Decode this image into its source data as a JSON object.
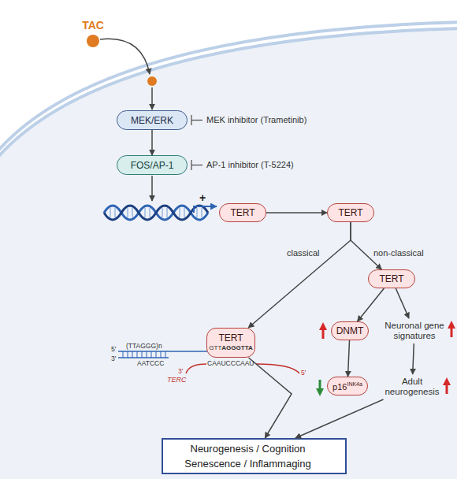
{
  "diagram": {
    "nodes": [
      {
        "text": [
          "TAC"
        ]
      },
      {
        "text": [
          "MEK/ERK"
        ]
      },
      {
        "text": [
          "FOS/AP-1"
        ]
      },
      {
        "text": [
          "TERT"
        ]
      },
      {
        "text": [
          "TERT"
        ]
      },
      {
        "text": [
          "TERT",
          "GTT",
          "AGGGTTA"
        ]
      },
      {
        "text": [
          "TERT"
        ]
      },
      {
        "text": [
          "DNMT"
        ]
      },
      {
        "text": [
          "Neuronal gene signatures"
        ]
      },
      {
        "text": [
          "p16",
          "INK4a"
        ]
      },
      {
        "text": [
          "Adult neurogenesis"
        ]
      },
      {
        "text": [
          "Neurogenesis / Cognition",
          "Senescence / Inflammaging"
        ]
      }
    ],
    "edges": [
      {
        "from": 1,
        "to": 2,
        "arrow": "to"
      },
      {
        "from": 3,
        "to": 4,
        "arrow": "to"
      },
      {
        "from": 4,
        "to": 5,
        "arrow": "to",
        "label": "classical"
      },
      {
        "from": 4,
        "to": 6,
        "arrow": "to",
        "label": "non-classical"
      },
      {
        "from": 6,
        "to": 7,
        "arrow": "to"
      },
      {
        "from": 6,
        "to": 8,
        "arrow": "to"
      },
      {
        "from": 7,
        "to": 9,
        "arrow": "to"
      },
      {
        "from": 8,
        "to": 10,
        "arrow": "to"
      },
      {
        "from": 5,
        "to": 11,
        "arrow": "to"
      },
      {
        "from": 10,
        "to": 11,
        "arrow": "to"
      }
    ],
    "labels": [
      "MEK inhibitor (Trametinib)",
      "AP-1 inhibitor (T-5224)",
      "+",
      "5'",
      "3'",
      "(TTAGGG)n",
      "AATCCC",
      "CAAUCCCAAU",
      "3'",
      "TERC",
      "5'"
    ]
  }
}
